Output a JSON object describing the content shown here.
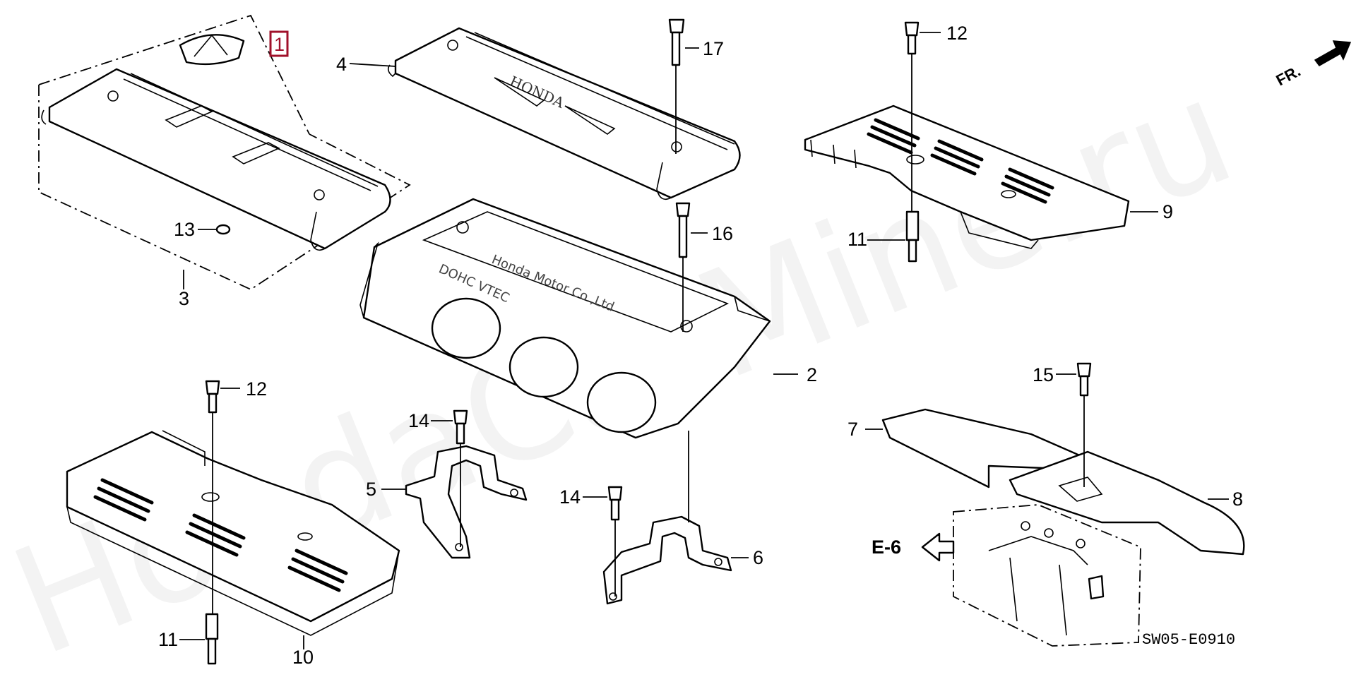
{
  "diagram": {
    "diagram_code": "SW05-E0910",
    "watermark": "HondaCarMine.ru",
    "direction_label": "FR.",
    "reference_label": "E-6",
    "highlighted_callout": "1",
    "cover_lettering": {
      "brand": "HONDA",
      "maker": "Honda Motor Co.,Ltd",
      "engine": "DOHC VTEC"
    },
    "callouts": [
      {
        "id": "c1",
        "number": "1"
      },
      {
        "id": "c2",
        "number": "2"
      },
      {
        "id": "c3",
        "number": "3"
      },
      {
        "id": "c4",
        "number": "4"
      },
      {
        "id": "c5",
        "number": "5"
      },
      {
        "id": "c6",
        "number": "6"
      },
      {
        "id": "c7",
        "number": "7"
      },
      {
        "id": "c8",
        "number": "8"
      },
      {
        "id": "c9",
        "number": "9"
      },
      {
        "id": "c10",
        "number": "10"
      },
      {
        "id": "c11a",
        "number": "11"
      },
      {
        "id": "c11b",
        "number": "11"
      },
      {
        "id": "c12a",
        "number": "12"
      },
      {
        "id": "c12b",
        "number": "12"
      },
      {
        "id": "c13",
        "number": "13"
      },
      {
        "id": "c14a",
        "number": "14"
      },
      {
        "id": "c14b",
        "number": "14"
      },
      {
        "id": "c15",
        "number": "15"
      },
      {
        "id": "c16",
        "number": "16"
      },
      {
        "id": "c17",
        "number": "17"
      }
    ],
    "colors": {
      "line": "#000000",
      "highlight": "#a0102a",
      "watermark": "#c8c8c8"
    }
  }
}
